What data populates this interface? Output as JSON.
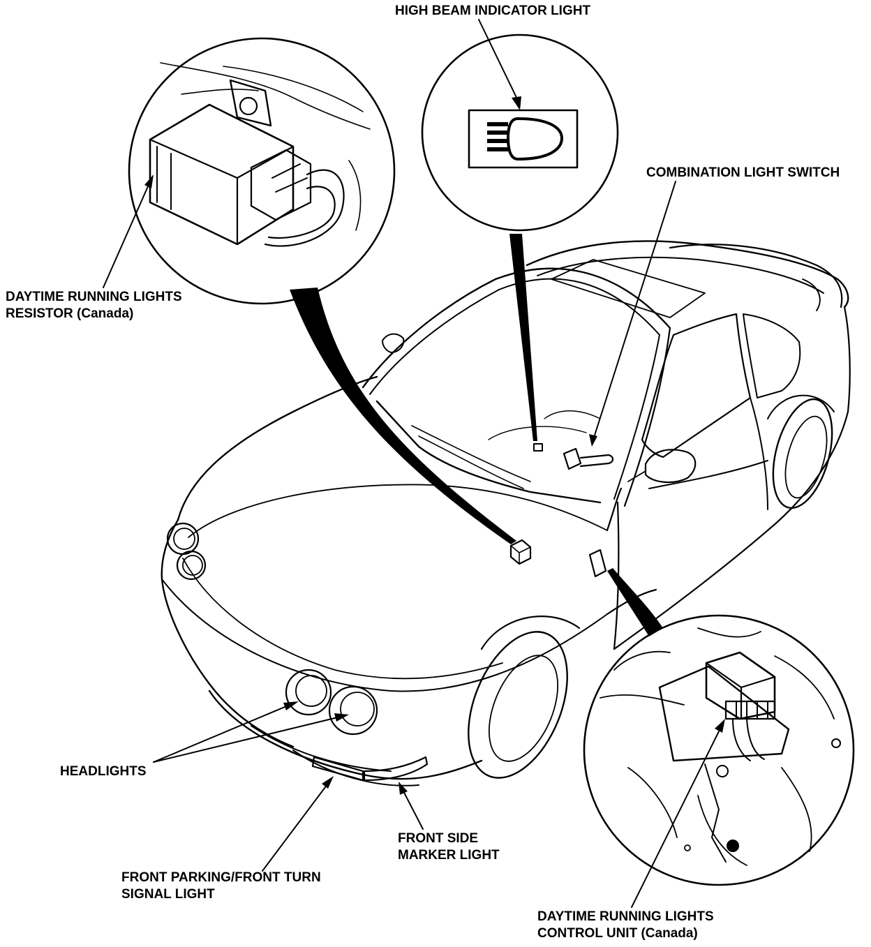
{
  "colors": {
    "ink": "#000000",
    "paper": "#ffffff"
  },
  "labels": {
    "high_beam": "HIGH BEAM INDICATOR LIGHT",
    "combination_switch": "COMBINATION LIGHT SWITCH",
    "drl_resistor_line1": "DAYTIME RUNNING LIGHTS",
    "drl_resistor_line2": "RESISTOR (Canada)",
    "headlights": "HEADLIGHTS",
    "front_side_marker_line1": "FRONT SIDE",
    "front_side_marker_line2": "MARKER LIGHT",
    "front_parking_line1": "FRONT PARKING/FRONT TURN",
    "front_parking_line2": "SIGNAL LIGHT",
    "drl_control_line1": "DAYTIME RUNNING LIGHTS",
    "drl_control_line2": "CONTROL UNIT (Canada)"
  }
}
